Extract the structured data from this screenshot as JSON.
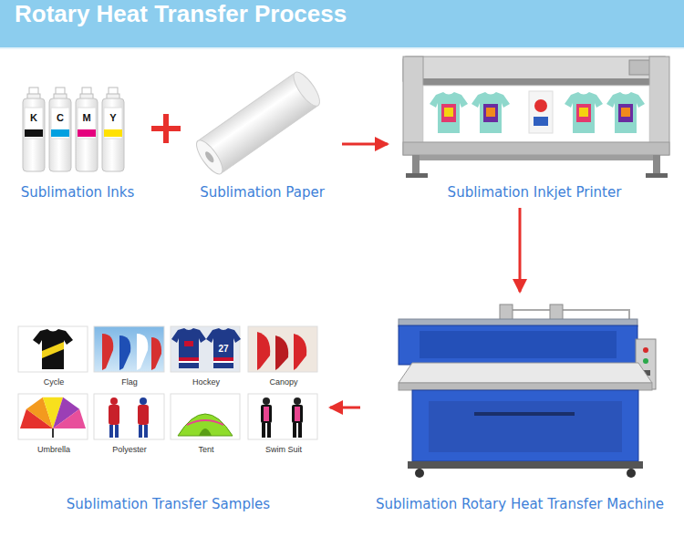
{
  "diagram": {
    "title": "Rotary Heat Transfer Process",
    "nodes": [
      {
        "text": [
          "Sublimation Inks"
        ]
      },
      {
        "text": [
          "Sublimation Paper"
        ]
      },
      {
        "text": [
          "Sublimation Inkjet Printer"
        ]
      },
      {
        "text": [
          "Sublimation Transfer Samples"
        ]
      },
      {
        "text": [
          "Cycle"
        ],
        "in": 3
      },
      {
        "text": [
          "Flag"
        ],
        "in": 3
      },
      {
        "text": [
          "Hockey"
        ],
        "in": 3
      },
      {
        "text": [
          "Canopy"
        ],
        "in": 3
      },
      {
        "text": [
          "Umbrella"
        ],
        "in": 3
      },
      {
        "text": [
          "Polyester"
        ],
        "in": 3
      },
      {
        "text": [
          "Tent"
        ],
        "in": 3
      },
      {
        "text": [
          "Swim Suit"
        ],
        "in": 3
      },
      {
        "text": [
          "Sublimation Rotary Heat Transfer Machine"
        ]
      }
    ],
    "edges": [
      {
        "from": 1,
        "to": 2,
        "arrow": "to"
      },
      {
        "from": 2,
        "to": 12,
        "arrow": "to"
      },
      {
        "from": 12,
        "to": 3,
        "arrow": "to"
      }
    ],
    "labels": [
      "K",
      "C",
      "M",
      "Y",
      "27"
    ]
  }
}
